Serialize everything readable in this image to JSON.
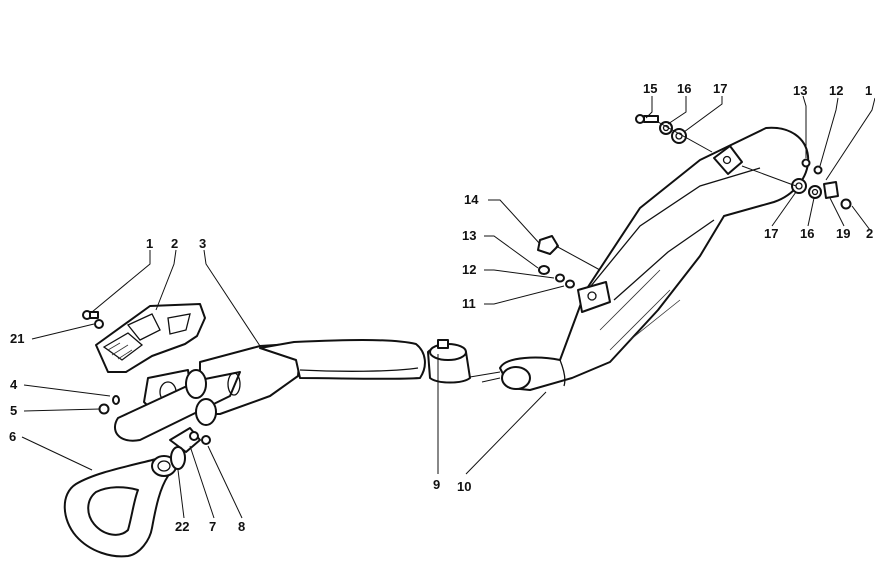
{
  "diagram": {
    "callouts": [
      "1",
      "2",
      "3",
      "4",
      "5",
      "6",
      "7",
      "8",
      "9",
      "10",
      "11",
      "12",
      "13",
      "14",
      "15",
      "16",
      "17",
      "13",
      "12",
      "1",
      "17",
      "16",
      "19",
      "2",
      "21",
      "22"
    ]
  }
}
